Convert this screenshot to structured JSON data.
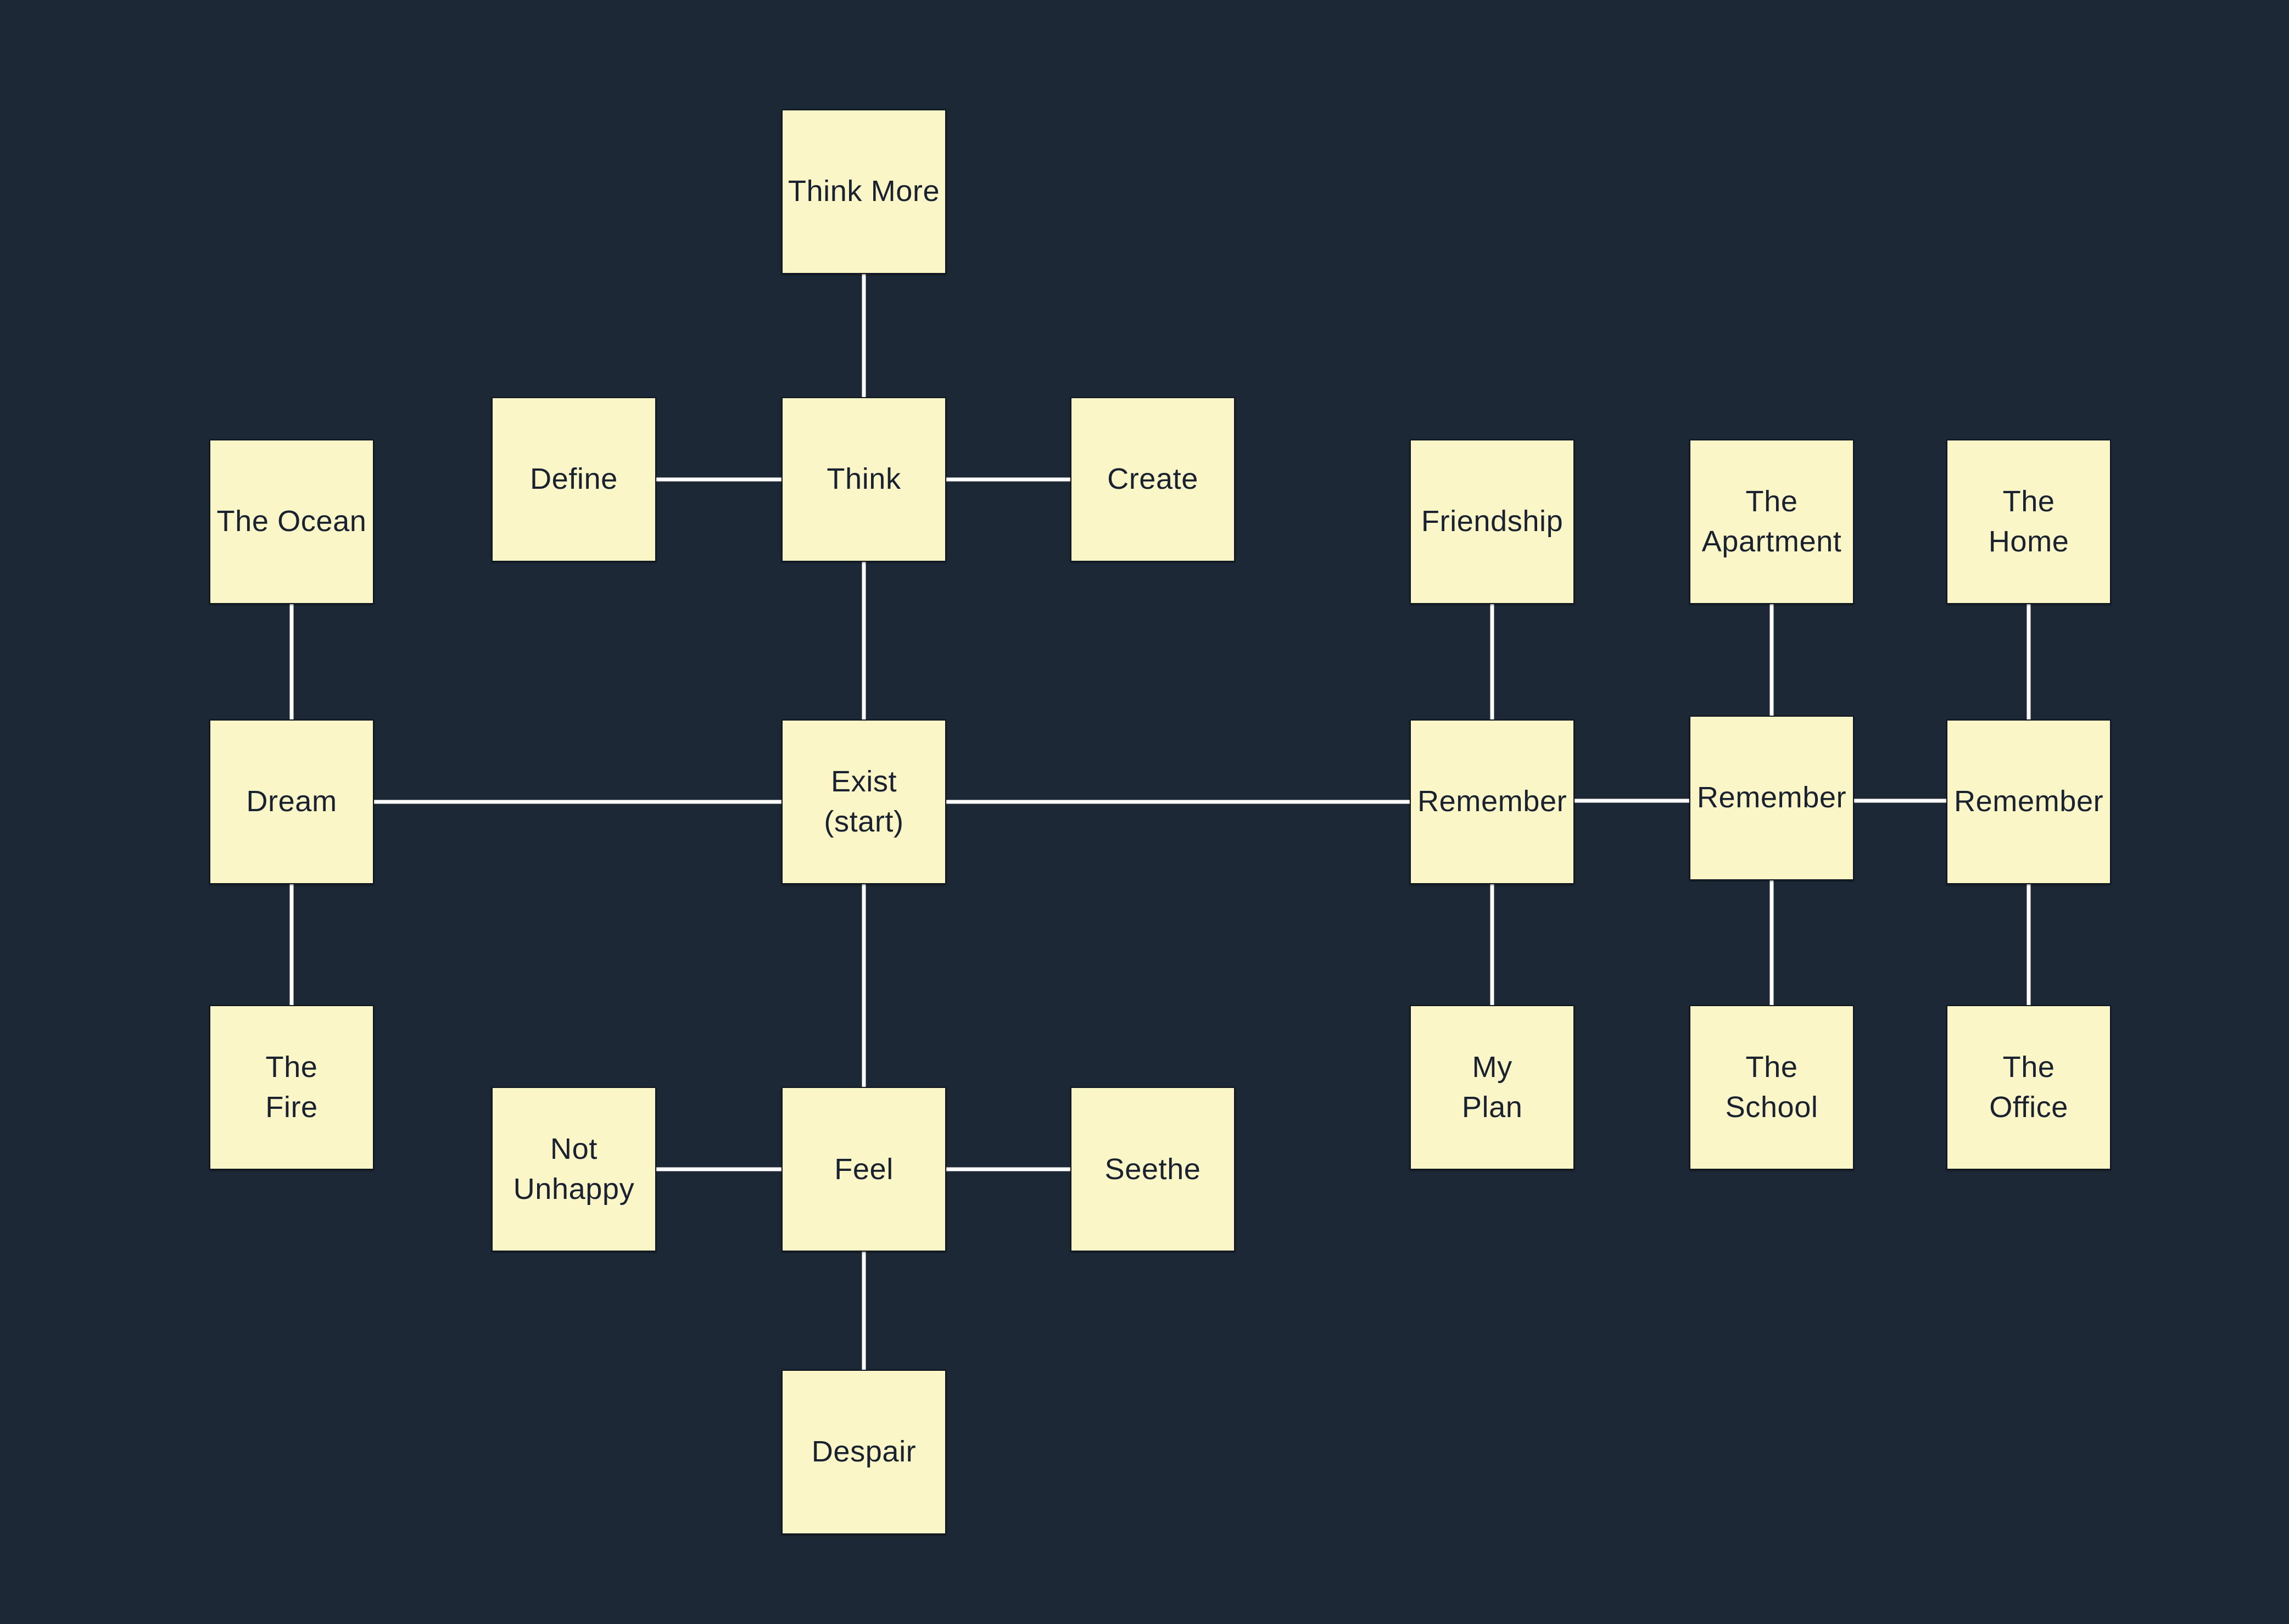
{
  "canvas": {
    "background_color": "#1c2836",
    "node_fill_color": "#faf6c8",
    "node_border_color": "#10161f",
    "connector_color": "#ffffff",
    "text_color": "#1a2230"
  },
  "nodes": [
    {
      "id": "think-more",
      "label": "Think More"
    },
    {
      "id": "define",
      "label": "Define"
    },
    {
      "id": "think",
      "label": "Think"
    },
    {
      "id": "create",
      "label": "Create"
    },
    {
      "id": "the-ocean",
      "label": "The Ocean"
    },
    {
      "id": "friendship",
      "label": "Friendship"
    },
    {
      "id": "the-apartment",
      "label": "The\nApartment"
    },
    {
      "id": "the-home",
      "label": "The\nHome"
    },
    {
      "id": "dream",
      "label": "Dream"
    },
    {
      "id": "exist",
      "label": "Exist\n(start)"
    },
    {
      "id": "remember-1",
      "label": "Remember"
    },
    {
      "id": "remember-2",
      "label": "Remember"
    },
    {
      "id": "remember-3",
      "label": "Remember"
    },
    {
      "id": "the-fire",
      "label": "The\nFire"
    },
    {
      "id": "my-plan",
      "label": "My\nPlan"
    },
    {
      "id": "the-school",
      "label": "The\nSchool"
    },
    {
      "id": "the-office",
      "label": "The\nOffice"
    },
    {
      "id": "not-unhappy",
      "label": "Not\nUnhappy"
    },
    {
      "id": "feel",
      "label": "Feel"
    },
    {
      "id": "seethe",
      "label": "Seethe"
    },
    {
      "id": "despair",
      "label": "Despair"
    }
  ],
  "edges": [
    {
      "from": "think-more",
      "to": "think"
    },
    {
      "from": "define",
      "to": "think"
    },
    {
      "from": "think",
      "to": "create"
    },
    {
      "from": "think",
      "to": "exist"
    },
    {
      "from": "the-ocean",
      "to": "dream"
    },
    {
      "from": "dream",
      "to": "exist"
    },
    {
      "from": "dream",
      "to": "the-fire"
    },
    {
      "from": "exist",
      "to": "feel"
    },
    {
      "from": "exist",
      "to": "remember-1"
    },
    {
      "from": "not-unhappy",
      "to": "feel"
    },
    {
      "from": "feel",
      "to": "seethe"
    },
    {
      "from": "feel",
      "to": "despair"
    },
    {
      "from": "friendship",
      "to": "remember-1"
    },
    {
      "from": "the-apartment",
      "to": "remember-2"
    },
    {
      "from": "the-home",
      "to": "remember-3"
    },
    {
      "from": "remember-1",
      "to": "remember-2"
    },
    {
      "from": "remember-2",
      "to": "remember-3"
    },
    {
      "from": "remember-1",
      "to": "my-plan"
    },
    {
      "from": "remember-2",
      "to": "the-school"
    },
    {
      "from": "remember-3",
      "to": "the-office"
    }
  ]
}
